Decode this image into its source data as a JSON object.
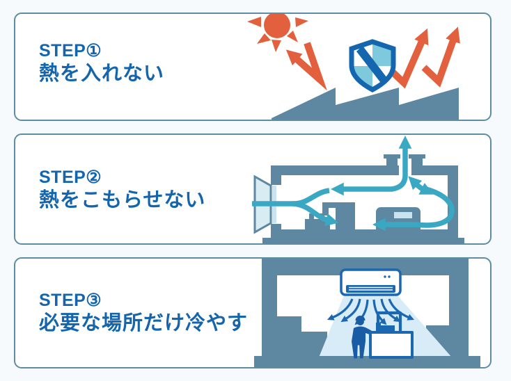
{
  "page": {
    "background": "#F7FAFC"
  },
  "colors": {
    "page_bg": "#F7FAFC",
    "heading_blue": "#1565AD",
    "panel_border": "#5E8CA3",
    "orange": "#E2603D",
    "steel": "#5E87A1",
    "teal": "#3AA8C3",
    "shield_blue": "#1467AF",
    "shield_cyan": "#7FC9DC",
    "ac_blue": "#1B67B0",
    "worker_blue": "#1A5CA4",
    "cone": "#D7ECF6",
    "light_inset": "#C9E4EF",
    "louver_fill": "#D8ECF4"
  },
  "steps": [
    {
      "label": "STEP①",
      "title": "熱を入れない",
      "illustration": "sun-blocked-by-shield-over-factory"
    },
    {
      "label": "STEP②",
      "title": "熱をこもらせない",
      "illustration": "factory-ventilation-airflow"
    },
    {
      "label": "STEP③",
      "title": "必要な場所だけ冷やす",
      "illustration": "spot-cooling-air-conditioner-worker"
    }
  ]
}
